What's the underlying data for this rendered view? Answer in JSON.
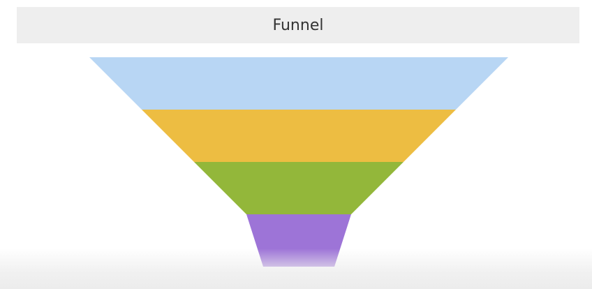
{
  "chart_data": {
    "type": "funnel",
    "title": "Funnel",
    "stages": [
      {
        "top_width_ratio": 1.0,
        "bottom_width_ratio": 0.75,
        "color": "#b8d6f4"
      },
      {
        "top_width_ratio": 0.75,
        "bottom_width_ratio": 0.5,
        "color": "#edbd42"
      },
      {
        "top_width_ratio": 0.5,
        "bottom_width_ratio": 0.25,
        "color": "#93b73a"
      },
      {
        "top_width_ratio": 0.25,
        "bottom_width_ratio": 0.17,
        "color": "#9d74d7"
      }
    ]
  }
}
